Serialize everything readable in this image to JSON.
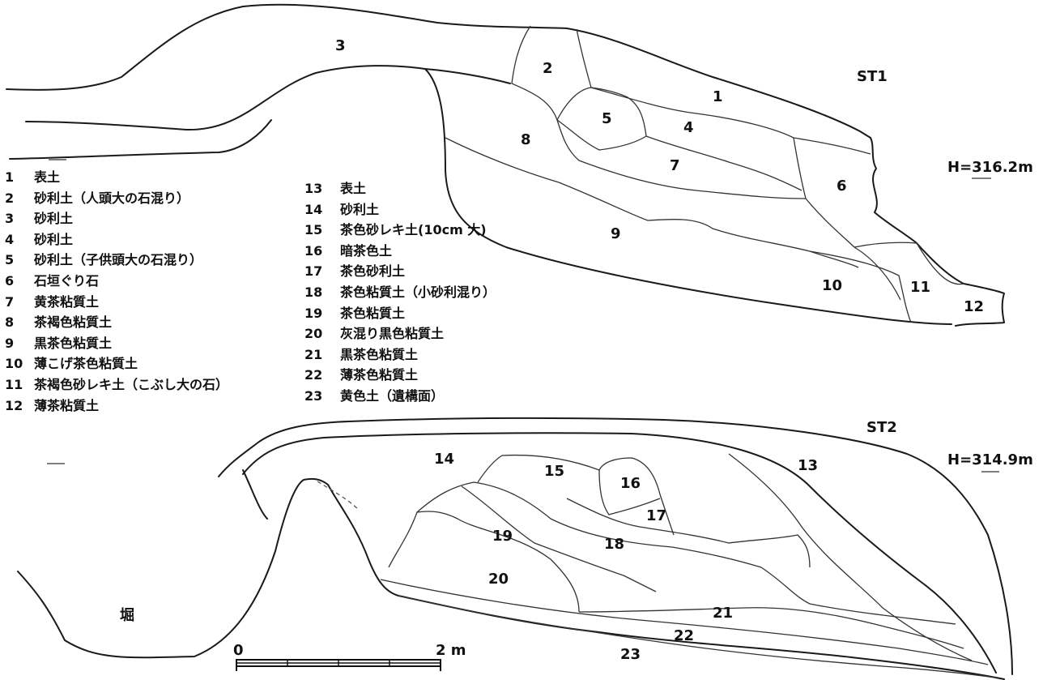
{
  "sections": [
    {
      "name": "ST1",
      "elevation": "H=316.2m"
    },
    {
      "name": "ST2",
      "elevation": "H=314.9m"
    }
  ],
  "legend_left": [
    {
      "num": "1",
      "text": "表土"
    },
    {
      "num": "2",
      "text": "砂利土（人頭大の石混り）"
    },
    {
      "num": "3",
      "text": "砂利土"
    },
    {
      "num": "4",
      "text": "砂利土"
    },
    {
      "num": "5",
      "text": "砂利土（子供頭大の石混り）"
    },
    {
      "num": "6",
      "text": "石垣ぐり石"
    },
    {
      "num": "7",
      "text": "黄茶粘質土"
    },
    {
      "num": "8",
      "text": "茶褐色粘質土"
    },
    {
      "num": "9",
      "text": "黒茶色粘質土"
    },
    {
      "num": "10",
      "text": "薄こげ茶色粘質土"
    },
    {
      "num": "11",
      "text": "茶褐色砂レキ土（こぶし大の石）"
    },
    {
      "num": "12",
      "text": "薄茶粘質土"
    }
  ],
  "legend_right": [
    {
      "num": "13",
      "text": "表土"
    },
    {
      "num": "14",
      "text": "砂利土"
    },
    {
      "num": "15",
      "text": "茶色砂レキ土(10cm 大)"
    },
    {
      "num": "16",
      "text": "暗茶色土"
    },
    {
      "num": "17",
      "text": "茶色砂利土"
    },
    {
      "num": "18",
      "text": "茶色粘質土（小砂利混り）"
    },
    {
      "num": "19",
      "text": "茶色粘質土"
    },
    {
      "num": "20",
      "text": "灰混り黒色粘質土"
    },
    {
      "num": "21",
      "text": "黒茶色粘質土"
    },
    {
      "num": "22",
      "text": "薄茶色粘質土"
    },
    {
      "num": "23",
      "text": "黄色土（遺構面）"
    }
  ],
  "st1_layer_labels": [
    "1",
    "2",
    "3",
    "4",
    "5",
    "6",
    "7",
    "8",
    "9",
    "10",
    "11",
    "12"
  ],
  "st2_layer_labels": [
    "13",
    "14",
    "15",
    "16",
    "17",
    "18",
    "19",
    "20",
    "21",
    "22",
    "23"
  ],
  "ditch_label": "堀",
  "scale": {
    "start": "0",
    "end": "2 m"
  }
}
